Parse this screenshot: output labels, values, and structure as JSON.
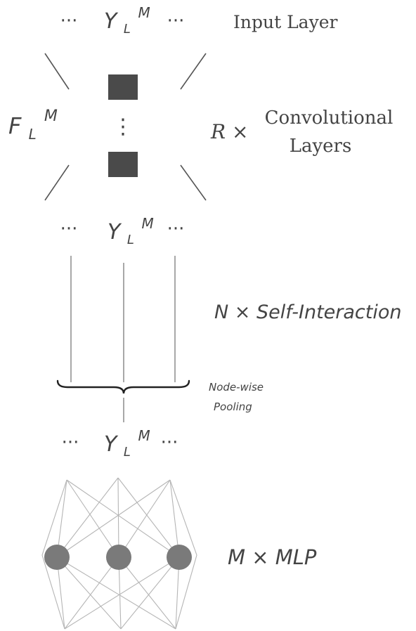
{
  "title_input_layer": "Input Layer",
  "feature_label": {
    "base": "F",
    "sub": "L",
    "sup": "M"
  },
  "node_label": {
    "base": "Y",
    "sub": "L",
    "sup": "M"
  },
  "ellipsis": "···",
  "vertical_ellipsis": "⋮",
  "conv_count": "R ×",
  "conv_line1": "Convolutional",
  "conv_line2": "Layers",
  "self_interaction": "N × Self-Interaction",
  "pooling_line1": "Node-wise",
  "pooling_line2": "Pooling",
  "mlp": "M × MLP",
  "colors": {
    "ink": "#444444",
    "line": "#7a7a7a",
    "filter": "#4a4a4a",
    "node": "#7a7a7a",
    "mesh": "#b5b5b5"
  }
}
